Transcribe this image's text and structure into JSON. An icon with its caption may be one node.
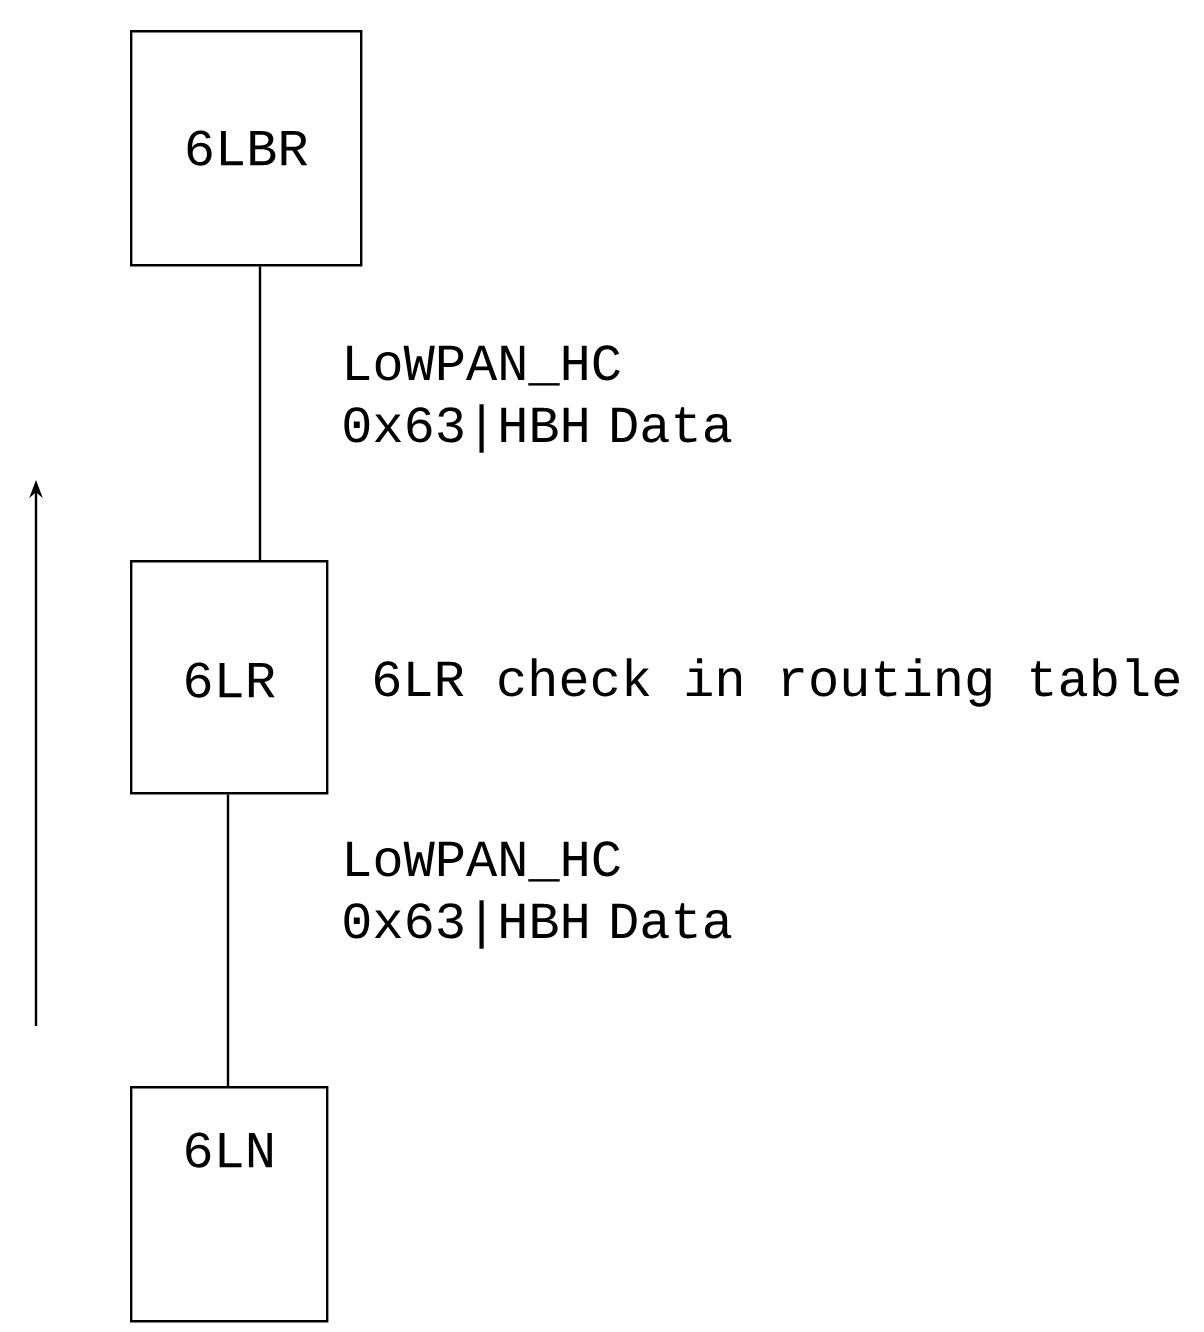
{
  "diagram": {
    "nodes": [
      {
        "text": [
          "6LBR"
        ]
      },
      {
        "text": [
          "6LR"
        ],
        "beside": [
          "6LR check in routing table"
        ]
      },
      {
        "text": [
          "6LN"
        ]
      }
    ],
    "edges": [
      {
        "from": 0,
        "to": 1,
        "arrow": "none",
        "label": "LoWPAN_HC 0x63|HBH Data"
      },
      {
        "from": 1,
        "to": 2,
        "arrow": "none",
        "label": "LoWPAN_HC 0x63|HBH Data"
      }
    ]
  }
}
